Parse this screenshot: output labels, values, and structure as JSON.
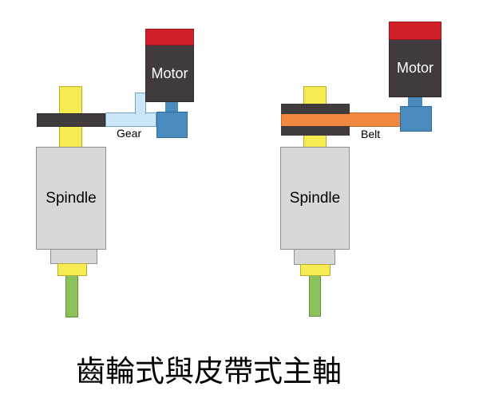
{
  "caption": "齒輪式與皮帶式主軸",
  "left_diagram": {
    "name": "gear-type-spindle",
    "motor_label": "Motor",
    "spindle_label": "Spindle",
    "drive_label": "Gear"
  },
  "right_diagram": {
    "name": "belt-type-spindle",
    "motor_label": "Motor",
    "spindle_label": "Spindle",
    "drive_label": "Belt"
  },
  "colors": {
    "background": "#ffffff",
    "motor_cap_red": "#d2202a",
    "motor_cap_red_border": "#9c161d",
    "motor_dark": "#413b3d",
    "motor_dark_border": "#2e2a2b",
    "motor_text": "#ffffff",
    "dark_bar": "#413b3d",
    "coupler_blue": "#4a8bbd",
    "coupler_blue_border": "#2f6ca3",
    "gear_light_blue": "#cbe6f7",
    "gear_light_blue_border": "#6fa3c8",
    "belt_orange": "#f0883f",
    "belt_orange_border": "#c96a25",
    "shaft_yellow": "#f6ec52",
    "shaft_yellow_border": "#b9ad35",
    "spindle_gray": "#d8d8d8",
    "spindle_gray_border": "#8f8f8f",
    "tool_green": "#8cc25e",
    "tool_green_border": "#5f9138",
    "label_text": "#000000"
  }
}
